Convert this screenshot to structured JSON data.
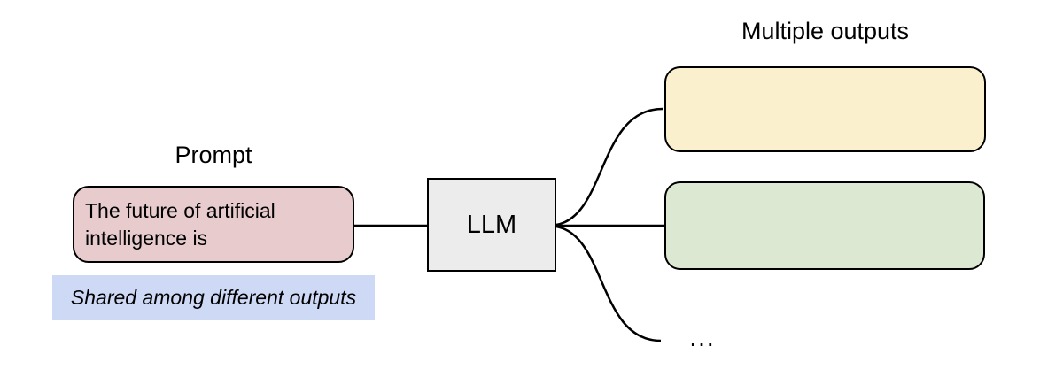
{
  "diagram": {
    "prompt_section": {
      "title": "Prompt",
      "box_text": "The future of artificial intelligence is",
      "note_text": "Shared among different outputs"
    },
    "model": {
      "label": "LLM"
    },
    "outputs_section": {
      "title": "Multiple outputs",
      "boxes": [
        {
          "name": "output-1",
          "text": ""
        },
        {
          "name": "output-2",
          "text": ""
        }
      ],
      "more_indicator": "..."
    }
  },
  "colors": {
    "background": "#ffffff",
    "stroke": "#000000",
    "prompt-fill": "#e8cccd",
    "shared-fill": "#cdd9f5",
    "llm-fill": "#ececec",
    "output1-fill": "#faf0cd",
    "output2-fill": "#dde8d3"
  }
}
